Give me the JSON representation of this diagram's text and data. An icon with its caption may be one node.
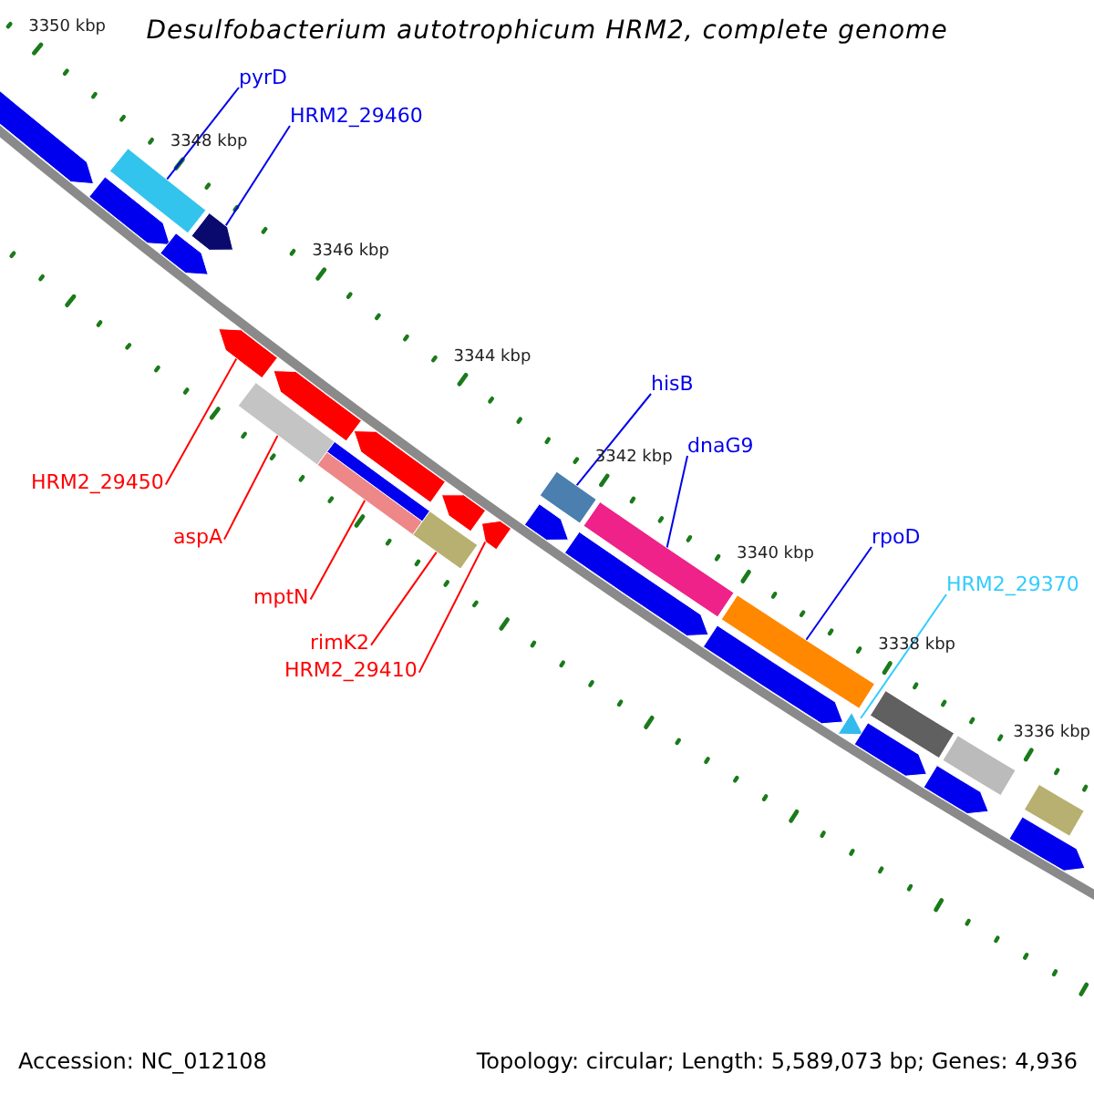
{
  "diagram": {
    "title": "Desulfobacterium autotrophicum HRM2, complete genome",
    "nodes": [
      {
        "text": [
          "pyrD"
        ]
      },
      {
        "text": [],
        "shape": "bar"
      },
      {
        "text": [
          "HRM2_29460"
        ]
      },
      {
        "text": [],
        "shape": "arrow"
      },
      {
        "text": [
          "hisB"
        ]
      },
      {
        "text": [],
        "shape": "bar"
      },
      {
        "text": [
          "dnaG9"
        ]
      },
      {
        "text": [],
        "shape": "bar"
      },
      {
        "text": [
          "rpoD"
        ]
      },
      {
        "text": [],
        "shape": "bar"
      },
      {
        "text": [
          "HRM2_29370"
        ]
      },
      {
        "text": [],
        "shape": "triangle"
      },
      {
        "text": [
          "HRM2_29450"
        ]
      },
      {
        "text": [],
        "shape": "arrow"
      },
      {
        "text": [
          "aspA"
        ]
      },
      {
        "text": [],
        "shape": "bar"
      },
      {
        "text": [
          "mptN"
        ]
      },
      {
        "text": [],
        "shape": "bar"
      },
      {
        "text": [
          "rimK2"
        ]
      },
      {
        "text": [],
        "shape": "bar"
      },
      {
        "text": [
          "HRM2_29410"
        ]
      },
      {
        "text": [],
        "shape": "arrow"
      },
      {
        "text": [],
        "shape": "arrow"
      },
      {
        "text": [],
        "shape": "arrow"
      },
      {
        "text": [],
        "shape": "arrow"
      },
      {
        "text": [],
        "shape": "arrow"
      },
      {
        "text": [],
        "shape": "bar"
      },
      {
        "text": [],
        "shape": "arrow"
      },
      {
        "text": [],
        "shape": "arrow"
      },
      {
        "text": [],
        "shape": "arrow"
      },
      {
        "text": [],
        "shape": "arrow"
      },
      {
        "text": [],
        "shape": "arrow"
      },
      {
        "text": [],
        "shape": "bar"
      },
      {
        "text": [],
        "shape": "arrow"
      },
      {
        "text": [],
        "shape": "arrow"
      },
      {
        "text": [],
        "shape": "bar"
      },
      {
        "text": [],
        "shape": "bar"
      },
      {
        "text": [],
        "shape": "arrow"
      }
    ],
    "edges": [
      {
        "from": 0,
        "to": 1,
        "arrow": "none",
        "color": "#0000ee"
      },
      {
        "from": 2,
        "to": 3,
        "arrow": "none",
        "color": "#0000ee"
      },
      {
        "from": 4,
        "to": 5,
        "arrow": "none",
        "color": "#0000ee"
      },
      {
        "from": 6,
        "to": 7,
        "arrow": "none",
        "color": "#0000ee"
      },
      {
        "from": 8,
        "to": 9,
        "arrow": "none",
        "color": "#0000ee"
      },
      {
        "from": 10,
        "to": 11,
        "arrow": "none",
        "color": "#33ccff"
      },
      {
        "from": 12,
        "to": 13,
        "arrow": "none",
        "color": "#ff0000"
      },
      {
        "from": 14,
        "to": 15,
        "arrow": "none",
        "color": "#ff0000"
      },
      {
        "from": 16,
        "to": 17,
        "arrow": "none",
        "color": "#ff0000"
      },
      {
        "from": 18,
        "to": 19,
        "arrow": "none",
        "color": "#ff0000"
      },
      {
        "from": 20,
        "to": 21,
        "arrow": "none",
        "color": "#ff0000"
      }
    ],
    "labels": [
      "3350 kbp",
      "3348 kbp",
      "3346 kbp",
      "3344 kbp",
      "3342 kbp",
      "3340 kbp",
      "3338 kbp",
      "3336 kbp",
      "Accession: NC_012108",
      "Topology: circular; Length: 5,589,073 bp; Genes: 4,936"
    ]
  }
}
